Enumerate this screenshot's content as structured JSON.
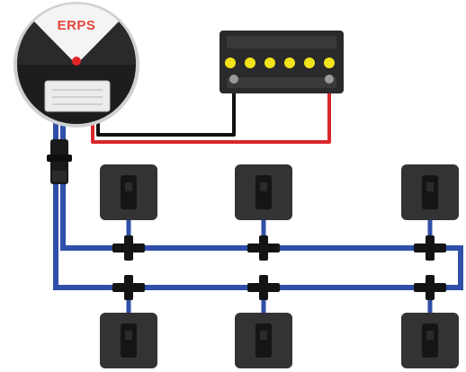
{
  "controller": {
    "brand_label": "ERPS",
    "brand_color": "#e8453c",
    "body_color": "#1d1d1f",
    "led_color": "#e02424"
  },
  "battery": {
    "terminal_count": 6,
    "terminal_color": "#f2e31a",
    "body_color": "#2a2a2c"
  },
  "wires": {
    "positive_color": "#d9262b",
    "negative_color": "#111111",
    "hose_color": "#2f4fa8"
  },
  "nozzles": {
    "top_row_count": 3,
    "bottom_row_count": 3,
    "pad_color": "#333335",
    "tee_color": "#141414"
  }
}
